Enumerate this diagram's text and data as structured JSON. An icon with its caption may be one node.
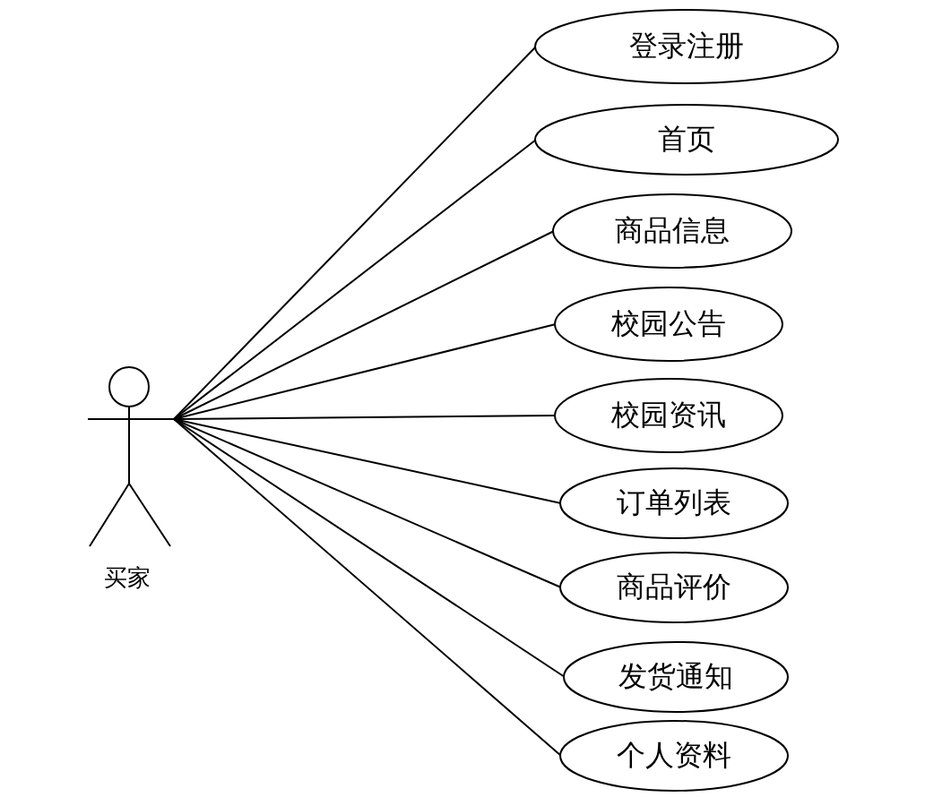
{
  "diagram": {
    "nodes": [
      {
        "text": [
          "买家"
        ]
      },
      {
        "text": [
          "登录注册"
        ]
      },
      {
        "text": [
          "首页"
        ]
      },
      {
        "text": [
          "商品信息"
        ]
      },
      {
        "text": [
          "校园公告"
        ]
      },
      {
        "text": [
          "校园资讯"
        ]
      },
      {
        "text": [
          "订单列表"
        ]
      },
      {
        "text": [
          "商品评价"
        ]
      },
      {
        "text": [
          "发货通知"
        ]
      },
      {
        "text": [
          "个人资料"
        ]
      }
    ],
    "edges": [
      {
        "from": 0,
        "to": 1,
        "arrow": "none"
      },
      {
        "from": 0,
        "to": 2,
        "arrow": "none"
      },
      {
        "from": 0,
        "to": 3,
        "arrow": "none"
      },
      {
        "from": 0,
        "to": 4,
        "arrow": "none"
      },
      {
        "from": 0,
        "to": 5,
        "arrow": "none"
      },
      {
        "from": 0,
        "to": 6,
        "arrow": "none"
      },
      {
        "from": 0,
        "to": 7,
        "arrow": "none"
      },
      {
        "from": 0,
        "to": 8,
        "arrow": "none"
      },
      {
        "from": 0,
        "to": 9,
        "arrow": "none"
      }
    ]
  }
}
